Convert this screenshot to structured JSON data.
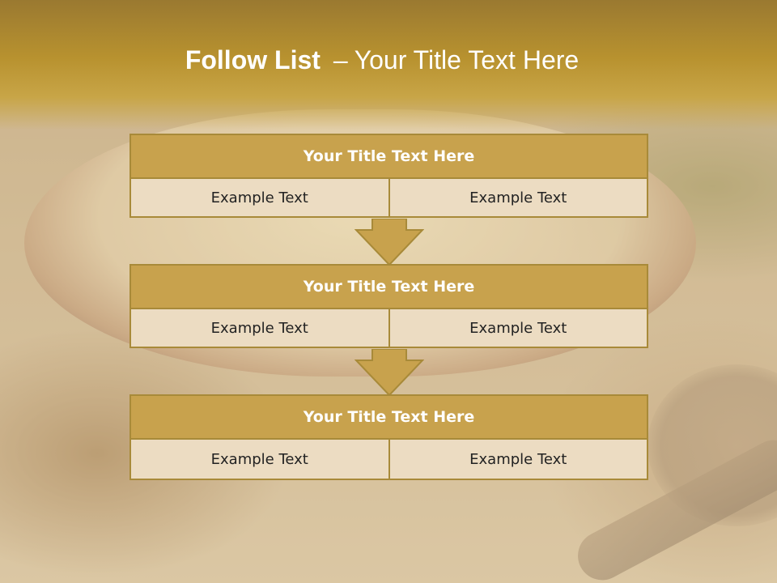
{
  "slide": {
    "title_bold": "Follow List",
    "title_dash": "–",
    "title_rest": "Your Title Text Here"
  },
  "steps": [
    {
      "title": "Your Title Text Here",
      "cells": [
        "Example Text",
        "Example Text"
      ]
    },
    {
      "title": "Your Title Text Here",
      "cells": [
        "Example Text",
        "Example Text"
      ]
    },
    {
      "title": "Your Title Text Here",
      "cells": [
        "Example Text",
        "Example Text"
      ]
    }
  ],
  "colors": {
    "header_fill": "#c8a24d",
    "cell_fill": "#ecdcc2",
    "border": "#a88a39",
    "arrow_fill": "#c8a24d",
    "title_band": "#b8922f"
  }
}
